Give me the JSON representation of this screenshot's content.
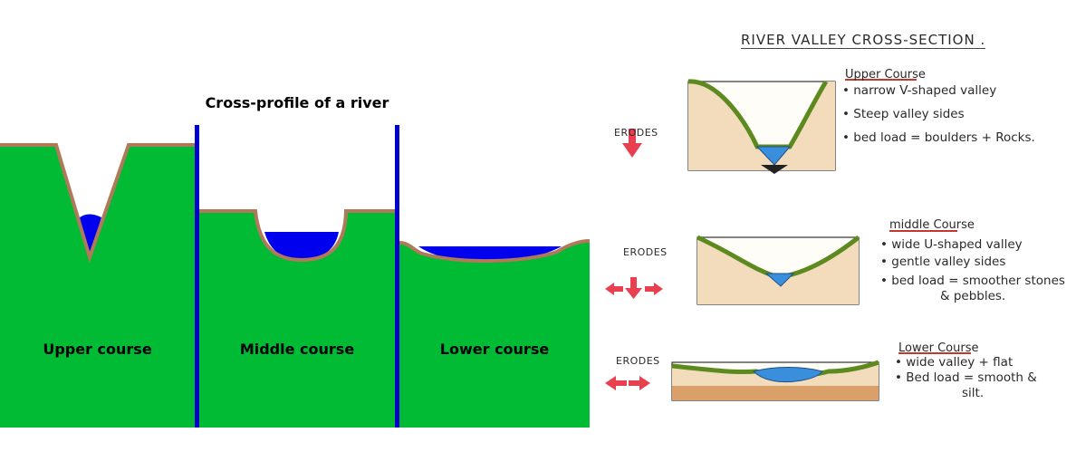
{
  "left": {
    "title": "Cross-profile of a river",
    "courses": [
      {
        "label": "Upper course"
      },
      {
        "label": "Middle course"
      },
      {
        "label": "Lower course"
      }
    ],
    "colors": {
      "land": "#00bb33",
      "soil": "#b07a5a",
      "water": "#0000ee",
      "divider": "#0000cc"
    }
  },
  "right": {
    "title": "RIVER VALLEY CROSS-SECTION .",
    "sections": [
      {
        "erodes": "ERODES",
        "heading": "Upper Course",
        "notes": [
          "• narrow V-shaped valley",
          "• Steep valley sides",
          "• bed load = boulders + Rocks."
        ]
      },
      {
        "erodes": "ERODES",
        "heading": "middle Course",
        "notes": [
          "• wide U-shaped valley",
          "• gentle valley sides",
          "• bed load = smoother stones",
          "& pebbles."
        ]
      },
      {
        "erodes": "ERODES",
        "heading": "Lower Course",
        "notes": [
          "• wide valley + flat",
          "• Bed load = smooth &",
          "silt."
        ]
      }
    ],
    "colors": {
      "arrow": "#e8404f",
      "grass": "#5c8a1f",
      "sand": "#f3dcbc",
      "water": "#3a8fdd"
    }
  }
}
